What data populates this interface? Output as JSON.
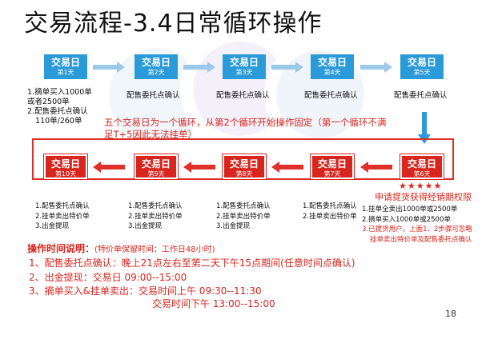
{
  "title": "交易流程-3.4日常循环操作",
  "top_row": [
    {
      "label": "交易日",
      "day": "第1天"
    },
    {
      "label": "交易日",
      "day": "第2天"
    },
    {
      "label": "交易日",
      "day": "第3天"
    },
    {
      "label": "交易日",
      "day": "第4天"
    },
    {
      "label": "交易日",
      "day": "第5天"
    }
  ],
  "day1_notes": [
    "1.摘单买入1000单",
    "或者2500单",
    "2.配售委托点确认",
    "110单/260单"
  ],
  "confirm_caption": "配售委托点确认",
  "cycle_note": "五个交易日为一个循环，从第2个循环开始操作固定（第一个循环不满足T+5因此无法挂单）",
  "bottom_row": [
    {
      "label": "交易日",
      "day": "第10天"
    },
    {
      "label": "交易日",
      "day": "第9天"
    },
    {
      "label": "交易日",
      "day": "第8天"
    },
    {
      "label": "交易日",
      "day": "第7天"
    },
    {
      "label": "交易日",
      "day": "第6天"
    }
  ],
  "stars": "★★★★★",
  "apply_text": "申请提货获得经销期权限",
  "lists": {
    "day10": [
      "1.配售委托点确认",
      "2.挂单卖出特价单",
      "3.出金提现"
    ],
    "day9": [
      "1.配售委托点确认",
      "2.挂单卖出特价单",
      "3.出金提现"
    ],
    "day8": [
      "1.配售委托点确认",
      "2.挂单卖出特价单",
      "3.出金提现"
    ],
    "day7": [
      "1.配售委托点确认",
      "2.挂单卖出特价单"
    ],
    "day6": [
      "1.挂单全卖出1000单或2500单",
      "2.摘单买入1000单或2500单"
    ],
    "day6_red": [
      "3.已提货用户，上面1、2步骤可忽略",
      "挂单卖出特价单及配售委托点确认"
    ]
  },
  "schedule": {
    "heading": "操作时间说明：",
    "heading_sub": "(特价单保留时间：工作日48小时)",
    "items": [
      "1、配售委托点确认：晚上21点左右至第二天下午15点期间(任意时间点确认)",
      "2、出金提现：交易日 09:00--15:00",
      "3、摘单买入&挂单卖出：交易时间上午 09:30--11:30",
      "交易时间下午 13:00--15:00"
    ]
  },
  "page_number": "18",
  "colors": {
    "blue": "#2a9ad8",
    "red": "#d8251e"
  }
}
